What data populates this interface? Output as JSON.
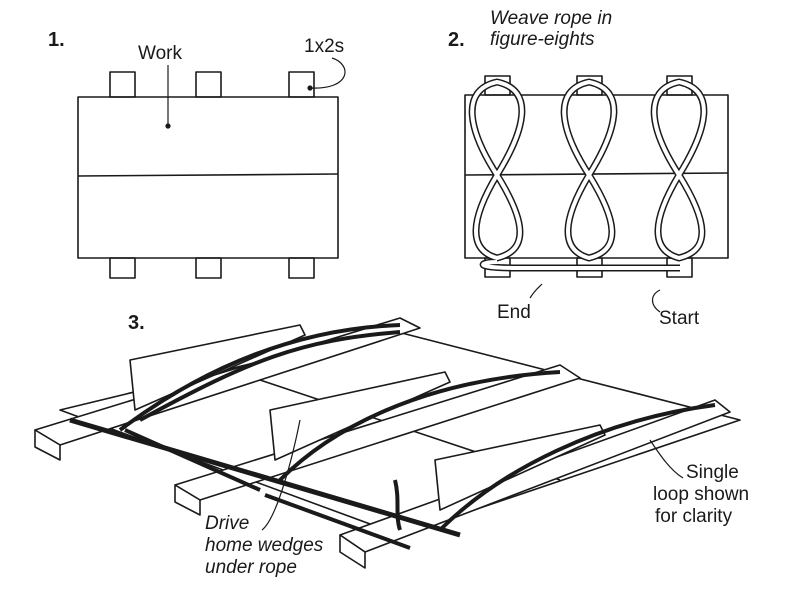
{
  "panel1": {
    "number": "1.",
    "work_label": "Work",
    "boards_label": "1x2s"
  },
  "panel2": {
    "number": "2.",
    "caption_line1": "Weave rope in",
    "caption_line2": "figure-eights",
    "end_label": "End",
    "start_label": "Start"
  },
  "panel3": {
    "number": "3.",
    "wedge_line1": "Drive",
    "wedge_line2": "home wedges",
    "wedge_line3": "under rope",
    "loop_line1": "Single",
    "loop_line2": "loop shown",
    "loop_line3": "for clarity"
  },
  "colors": {
    "ink": "#1a1a1a",
    "paper": "#ffffff"
  }
}
